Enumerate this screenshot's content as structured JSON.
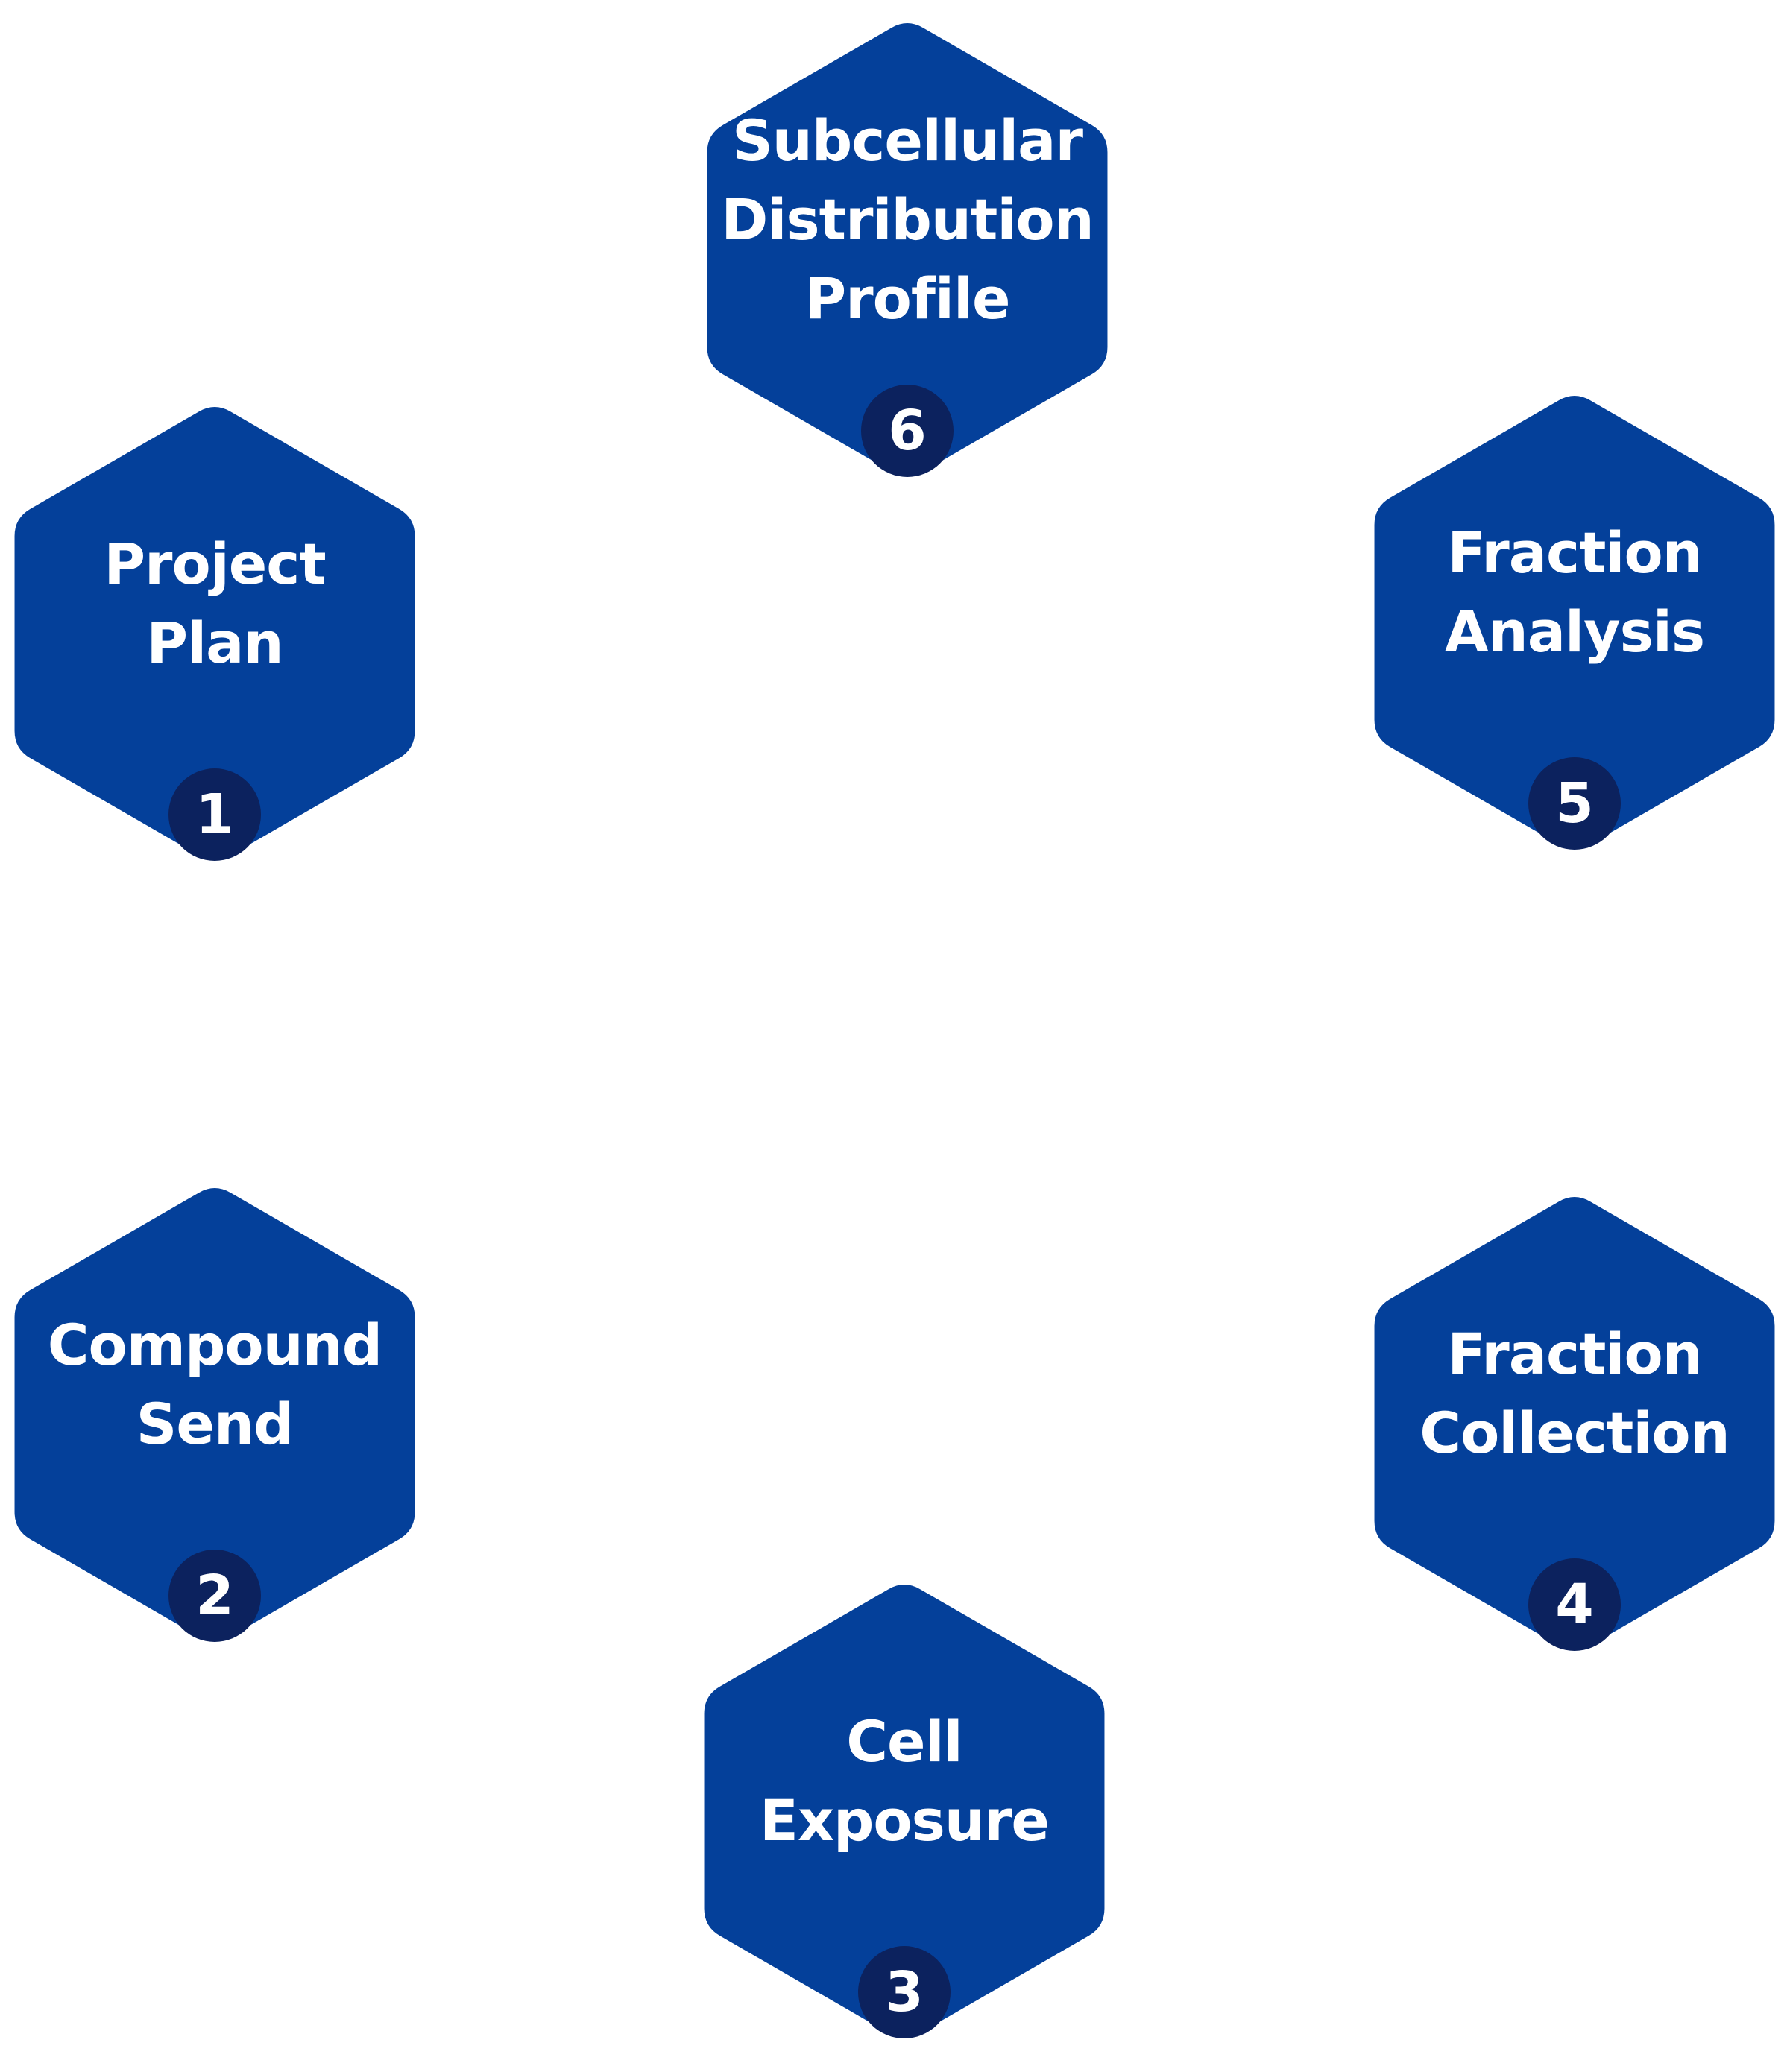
{
  "colors": {
    "background": "#ffffff",
    "hexagon_fill": "#04409a",
    "badge_fill": "#0c225e",
    "text": "#ffffff"
  },
  "steps": [
    {
      "number": "1",
      "lines": [
        "Project",
        "Plan"
      ]
    },
    {
      "number": "2",
      "lines": [
        "Compound",
        "Send"
      ]
    },
    {
      "number": "3",
      "lines": [
        "Cell",
        "Exposure"
      ]
    },
    {
      "number": "4",
      "lines": [
        "Fraction",
        "Collection"
      ]
    },
    {
      "number": "5",
      "lines": [
        "Fraction",
        "Analysis"
      ]
    },
    {
      "number": "6",
      "lines": [
        "Subcellular",
        "Distribution",
        "Profile"
      ]
    }
  ]
}
